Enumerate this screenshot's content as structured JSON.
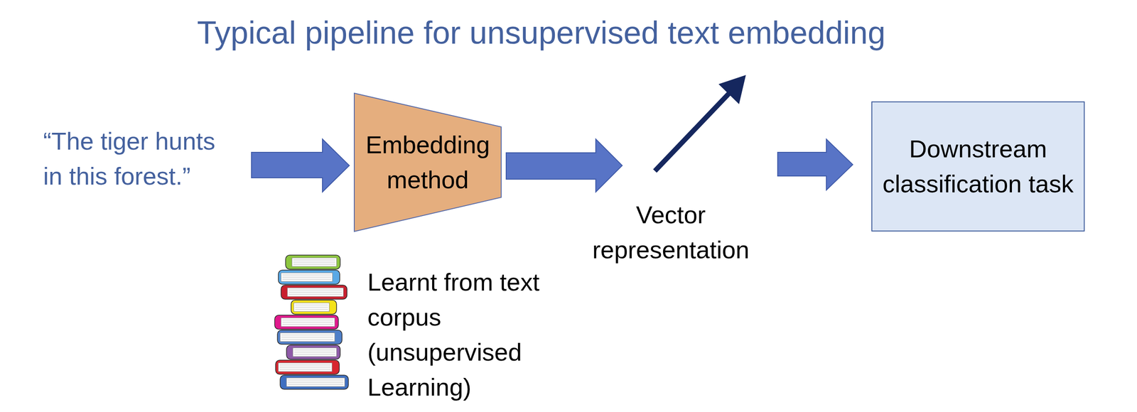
{
  "diagram": {
    "title": "Typical pipeline for unsupervised text embedding",
    "nodes": [
      {
        "text": [
          "Embedding method"
        ]
      },
      {
        "text": [
          "Downstream classification task"
        ]
      }
    ],
    "labels": [
      "“The tiger hunts in this forest.”",
      "Vector representation",
      "Learnt from text corpus (unsupervised Learning)"
    ]
  }
}
